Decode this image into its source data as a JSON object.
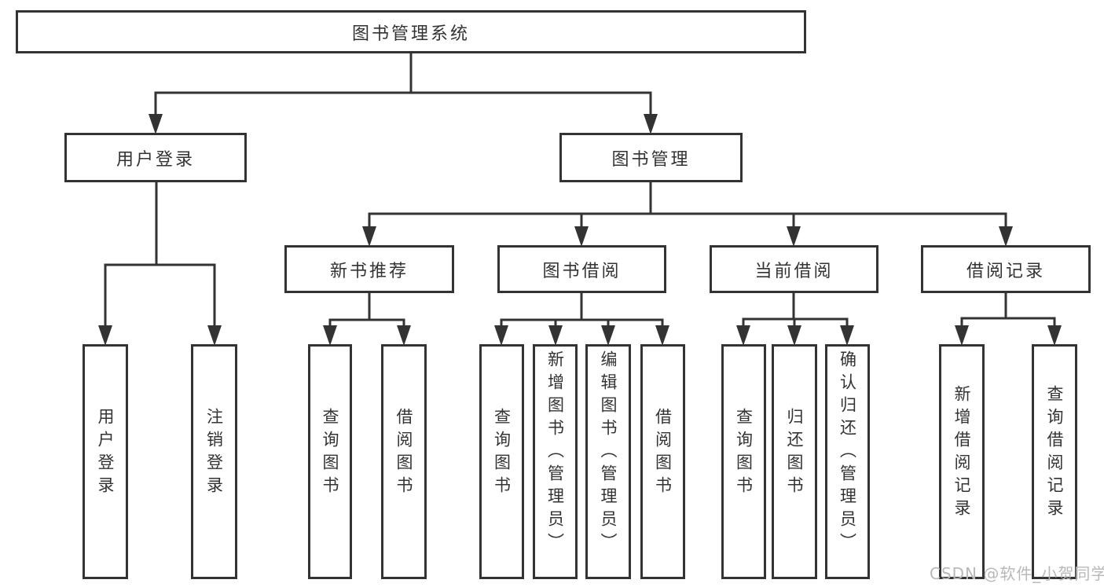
{
  "diagram": {
    "type": "hierarchy-tree",
    "root": {
      "label": "图书管理系统",
      "children": {
        "user_login": {
          "label": "用户登录",
          "children": {
            "login": {
              "label": "用户登录"
            },
            "logout": {
              "label": "注销登录"
            }
          }
        },
        "book_mgmt": {
          "label": "图书管理",
          "children": {
            "new_book_rec": {
              "label": "新书推荐",
              "children": {
                "query_book": {
                  "label": "查询图书"
                },
                "borrow_book": {
                  "label": "借阅图书"
                }
              }
            },
            "book_borrow": {
              "label": "图书借阅",
              "children": {
                "query_book": {
                  "label": "查询图书"
                },
                "add_book": {
                  "label": "新增图书（管理员）"
                },
                "edit_book": {
                  "label": "编辑图书（管理员）"
                },
                "borrow_book": {
                  "label": "借阅图书"
                }
              }
            },
            "current_borrow": {
              "label": "当前借阅",
              "children": {
                "query_book": {
                  "label": "查询图书"
                },
                "return_book": {
                  "label": "归还图书"
                },
                "confirm_return": {
                  "label": "确认归还（管理员）"
                }
              }
            },
            "borrow_records": {
              "label": "借阅记录",
              "children": {
                "add_record": {
                  "label": "新增借阅记录"
                },
                "query_record": {
                  "label": "查询借阅记录"
                }
              }
            }
          }
        }
      }
    }
  },
  "colors": {
    "line": "#333333",
    "box_border": "#333333",
    "box_background": "#ffffff",
    "text": "#333333",
    "watermark": "#b8b8b8"
  },
  "watermark": {
    "label": "CSDN @软件_小贺同学"
  }
}
